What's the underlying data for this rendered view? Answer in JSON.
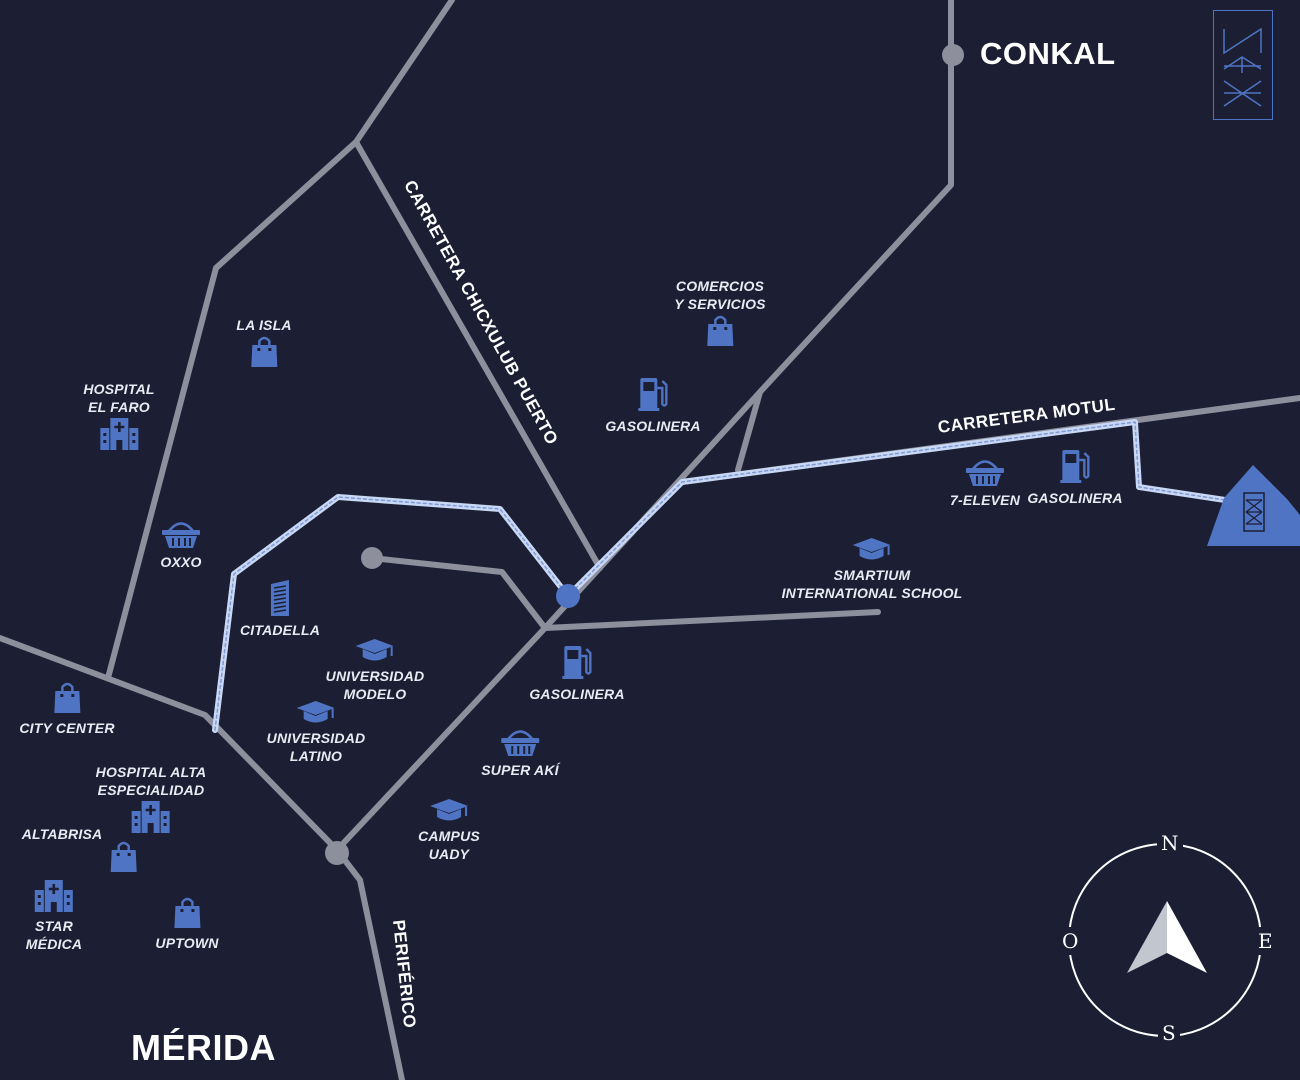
{
  "colors": {
    "background": "#1c1f33",
    "road": "#8d8f9c",
    "route": "#c9d8f4",
    "icon": "#4f74c4",
    "label": "#e9ebf3"
  },
  "towns": {
    "conkal": "CONKAL",
    "merida": "MÉRIDA"
  },
  "roads": {
    "chicxulub": "CARRETERA CHICXULUB PUERTO",
    "motul": "CARRETERA MOTUL",
    "periferico": "PERIFÉRICO"
  },
  "pois": [
    {
      "id": "la-isla",
      "label": "LA ISLA",
      "icon": "shopping-bag-icon"
    },
    {
      "id": "hospital-el-faro",
      "label": "HOSPITAL\nEL FARO",
      "icon": "hospital-icon"
    },
    {
      "id": "oxxo",
      "label": "OXXO",
      "icon": "shopping-basket-icon"
    },
    {
      "id": "citadella",
      "label": "CITADELLA",
      "icon": "building-icon"
    },
    {
      "id": "universidad-modelo",
      "label": "UNIVERSIDAD\nMODELO",
      "icon": "graduation-cap-icon"
    },
    {
      "id": "universidad-latino",
      "label": "UNIVERSIDAD\nLATINO",
      "icon": "graduation-cap-icon"
    },
    {
      "id": "city-center",
      "label": "CITY CENTER",
      "icon": "shopping-bag-icon"
    },
    {
      "id": "hospital-alta-especialidad",
      "label": "HOSPITAL ALTA\nESPECIALIDAD",
      "icon": "hospital-icon"
    },
    {
      "id": "altabrisa",
      "label": "ALTABRISA",
      "icon": "shopping-bag-icon"
    },
    {
      "id": "star-medica",
      "label": "STAR\nMÉDICA",
      "icon": "hospital-icon"
    },
    {
      "id": "uptown",
      "label": "UPTOWN",
      "icon": "shopping-bag-icon"
    },
    {
      "id": "gasolinera-centro",
      "label": "GASOLINERA",
      "icon": "gas-pump-icon"
    },
    {
      "id": "super-aki",
      "label": "SUPER AKÍ",
      "icon": "shopping-basket-icon"
    },
    {
      "id": "campus-uady",
      "label": "CAMPUS\nUADY",
      "icon": "graduation-cap-icon"
    },
    {
      "id": "comercios-servicios",
      "label": "COMERCIOS\nY SERVICIOS",
      "icon": "shopping-bag-icon"
    },
    {
      "id": "gasolinera-norte",
      "label": "GASOLINERA",
      "icon": "gas-pump-icon"
    },
    {
      "id": "seven-eleven",
      "label": "7-ELEVEN",
      "icon": "shopping-basket-icon"
    },
    {
      "id": "gasolinera-motul",
      "label": "GASOLINERA",
      "icon": "gas-pump-icon"
    },
    {
      "id": "smartium",
      "label": "SMARTIUM\nINTERNATIONAL SCHOOL",
      "icon": "graduation-cap-icon"
    }
  ],
  "compass": {
    "n": "N",
    "e": "E",
    "s": "S",
    "w": "O"
  },
  "logo": {
    "icon": "natxx-logo-icon"
  }
}
